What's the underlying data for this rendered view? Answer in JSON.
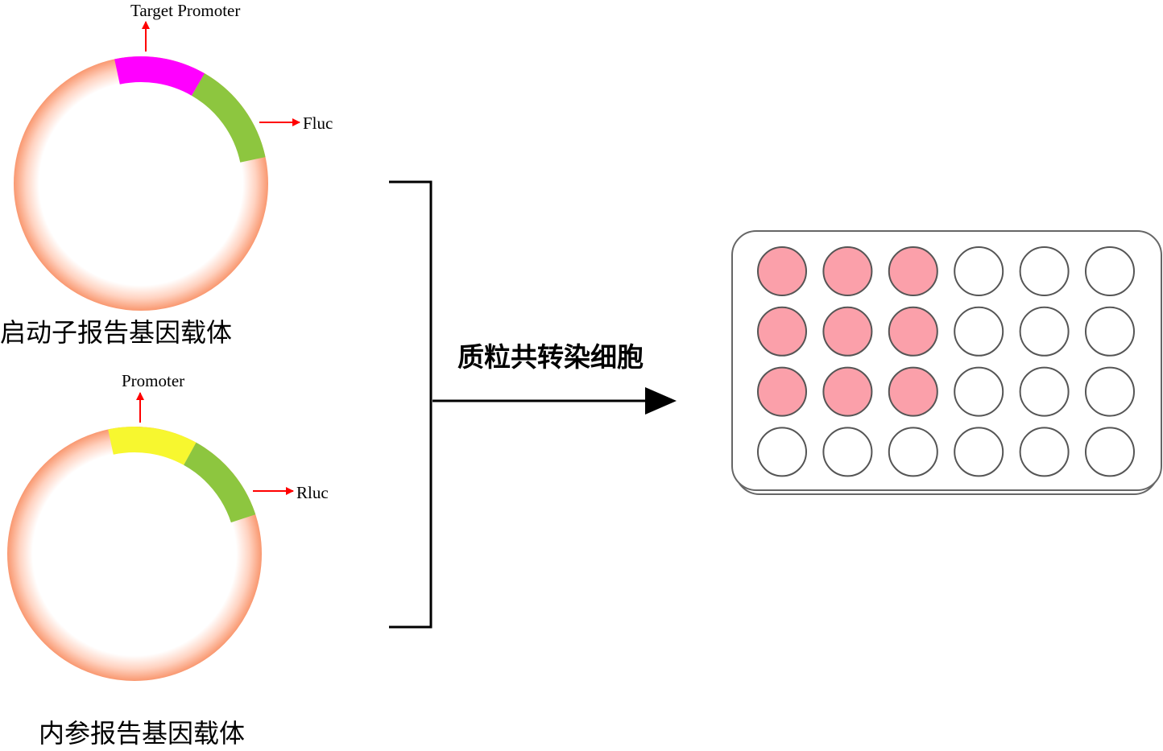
{
  "plasmid1": {
    "promoter_label": "Target Promoter",
    "gene_label": "Fluc",
    "caption": "启动子报告基因载体",
    "promoter_color": "#ff00ff",
    "gene_color": "#8dc63f"
  },
  "plasmid2": {
    "promoter_label": "Promoter",
    "gene_label": "Rluc",
    "caption": "内参报告基因载体",
    "promoter_color": "#f7f72f",
    "gene_color": "#8dc63f"
  },
  "process": {
    "label": "质粒共转染细胞"
  },
  "plate": {
    "rows": 4,
    "cols": 6,
    "filled": [
      [
        true,
        true,
        true,
        false,
        false,
        false
      ],
      [
        true,
        true,
        true,
        false,
        false,
        false
      ],
      [
        true,
        true,
        true,
        false,
        false,
        false
      ],
      [
        false,
        false,
        false,
        false,
        false,
        false
      ]
    ],
    "filled_color": "#fba0aa",
    "empty_color": "#ffffff"
  },
  "colors": {
    "ring": "#f99870",
    "arrow_red": "#ff0000",
    "arrow_black": "#000000"
  }
}
